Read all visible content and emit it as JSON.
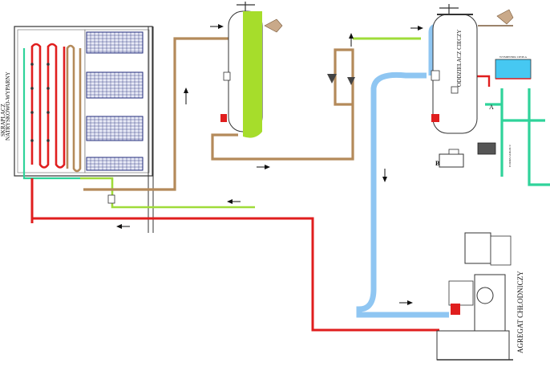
{
  "labels": {
    "condenser_line1": "SKRAPLACZ",
    "condenser_line2": "NATRYSKOWO-WYPARNY",
    "separator": "ODDZIELACZ CIECZY",
    "chiller_unit": "AGREGAT CHŁODNICZY",
    "point_a": "A",
    "point_b": "B",
    "small_note_1": "WYMIENNIK CIEPŁA",
    "small_note_2": "POMPA GLIKOLU"
  },
  "colors": {
    "hot_gas": "#e01e1e",
    "oil_brown": "#b48a5a",
    "liquid_green": "#9fdc3a",
    "glycol_teal": "#2fd39a",
    "suction_blue": "#8fc6f2",
    "vessel_green": "#a6dd2b",
    "panel_cyan": "#46c8f2",
    "outline": "#222222",
    "grid_navy": "#1f2a7a"
  }
}
